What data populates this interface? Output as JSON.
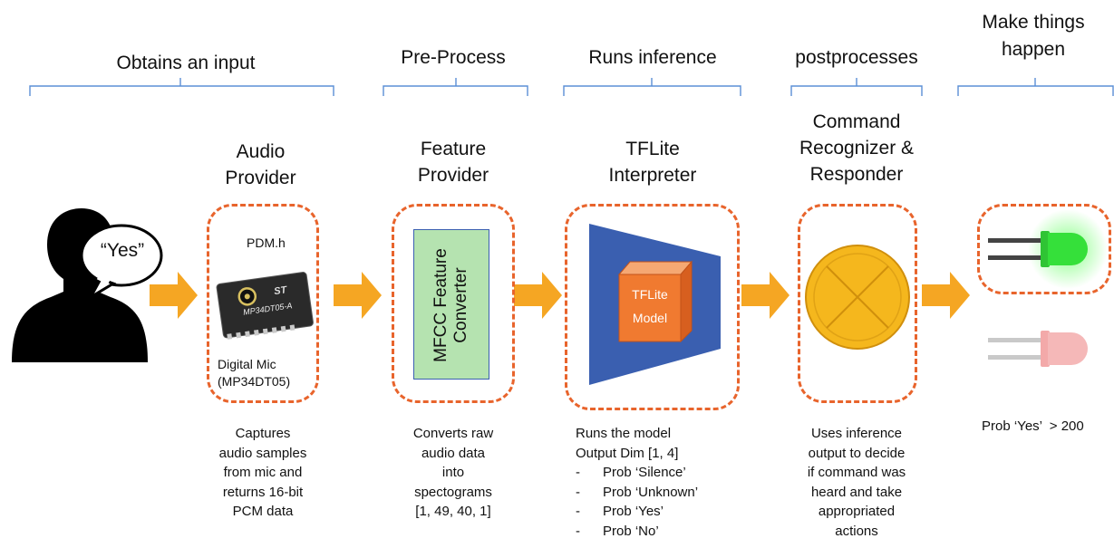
{
  "stages": [
    {
      "label": "Obtains an input"
    },
    {
      "label": "Pre-Process"
    },
    {
      "label": "Runs inference"
    },
    {
      "label": "postprocesses"
    },
    {
      "label": "Make things\nhappen"
    }
  ],
  "speech_bubble": {
    "text": "“Yes”"
  },
  "components": {
    "audio": {
      "title": "Audio\nProvider",
      "header_file": "PDM.h",
      "chip_marking": "MP34DT05-A",
      "chip_caption": "Digital Mic\n(MP34DT05)",
      "description": "Captures\naudio samples\nfrom mic and\nreturns 16-bit\nPCM data"
    },
    "feature": {
      "title": "Feature\nProvider",
      "converter_label": "MFCC Feature\nConverter",
      "description": "Converts raw\naudio data\ninto\nspectograms\n[1, 49, 40, 1]"
    },
    "tflite": {
      "title": "TFLite\nInterpreter",
      "model_label": "TFLite\nModel",
      "description_head": "Runs the model\nOutput Dim [1, 4]",
      "outputs": [
        "Prob ‘Silence’",
        "Prob ‘Unknown’",
        "Prob ‘Yes’",
        "Prob ‘No’"
      ]
    },
    "command": {
      "title": "Command\nRecognizer &\nResponder",
      "description": "Uses inference\noutput to decide\nif command was\nheard and take\nappropriated\nactions"
    },
    "output": {
      "threshold_text": "Prob ‘Yes’  > 200"
    }
  },
  "colors": {
    "arrow": "#f5a623",
    "dashed_box": "#e8642c",
    "bracket": "#5b8fd6",
    "converter_fill": "#b5e3b0",
    "trapezoid": "#3a5fb0",
    "model_cube": "#f07a30",
    "button": "#f5b71d",
    "led_green": "#35e03a",
    "led_red": "#f5b8b8"
  }
}
